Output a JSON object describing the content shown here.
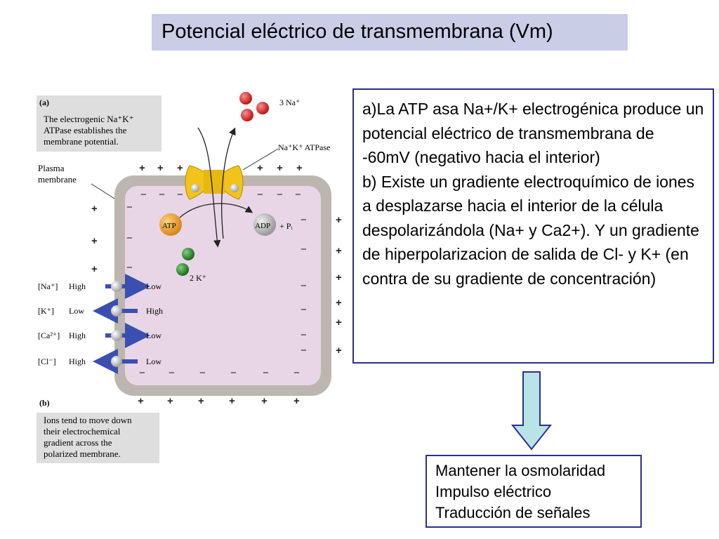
{
  "title": "Potencial eléctrico de transmembrana (Vm)",
  "figure": {
    "label_a": "(a)",
    "caption_a": [
      "The electrogenic Na⁺K⁺",
      "ATPase establishes the",
      "membrane potential."
    ],
    "plasma_membrane": [
      "Plasma",
      "membrane"
    ],
    "na_out": "3 Na⁺",
    "pump_label": "Na⁺K⁺ ATPase",
    "atp": "ATP",
    "adp": "ADP",
    "adp_pi": "+ Pᵢ",
    "k_in": "2 K⁺",
    "ions": [
      {
        "ion": "[Na⁺]",
        "outside": "High",
        "inside": "Low"
      },
      {
        "ion": "[K⁺]",
        "outside": "Low",
        "inside": "High"
      },
      {
        "ion": "[Ca²⁺]",
        "outside": "High",
        "inside": "Low"
      },
      {
        "ion": "[Cl⁻]",
        "outside": "High",
        "inside": "Low"
      }
    ],
    "label_b": "(b)",
    "caption_b": [
      "Ions tend to move down",
      "their electrochemical",
      "gradient across the",
      "polarized membrane."
    ],
    "plus": "+",
    "minus": "−"
  },
  "info": {
    "para_a": "a)La ATP asa Na+/K+ electrogénica produce un potencial eléctrico de transmembrana de -60mV (negativo hacia el interior)",
    "para_b": "b) Existe un gradiente electroquímico de iones a desplazarse hacia el interior de la célula despolarizándola (Na+ y Ca2+).  Y un gradiente de hiperpolarizacion de salida de Cl- y K+ (en contra de su gradiente de concentración)"
  },
  "results": {
    "line1": "Mantener la osmolaridad",
    "line2": "Impulso eléctrico",
    "line3": "Traducción de señales"
  },
  "colors": {
    "title_bg": "#c9cde6",
    "box_border": "#2b2f8a",
    "cell_fill": "#e8d6e6",
    "membrane": "#bdb6b0",
    "arrow_fill": "#b9e3e6",
    "na_ball": "#d62a2a",
    "k_ball": "#2e8a2e",
    "atp_ball": "#e8a020",
    "adp_ball": "#b8b8b8",
    "ion_arrow": "#3a4fb0"
  }
}
